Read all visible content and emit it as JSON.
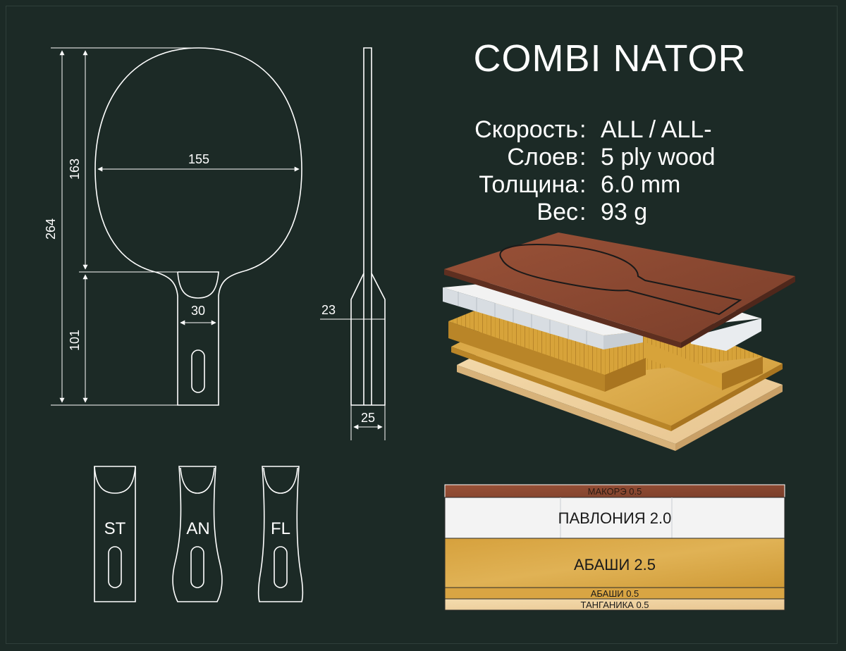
{
  "title": "COMBI NATOR",
  "specs": [
    {
      "label": "Скорость",
      "value": "ALL / ALL-"
    },
    {
      "label": "Слоев",
      "value": "5 ply wood"
    },
    {
      "label": "Толщина",
      "value": "6.0 mm"
    },
    {
      "label": "Вес",
      "value": "93 g"
    }
  ],
  "separator": ":",
  "dimensions": {
    "total_length": "264",
    "head_length": "163",
    "handle_length": "101",
    "head_width": "155",
    "handle_width": "30",
    "side_width_top": "23",
    "side_width_bottom": "25"
  },
  "handle_types": [
    "ST",
    "AN",
    "FL"
  ],
  "layers": [
    {
      "label": "МАКОРЭ 0.5",
      "color": "#8b4a33"
    },
    {
      "label": "ПАВЛОНИЯ 2.0",
      "color": "#f3f3f3"
    },
    {
      "label": "АБАШИ 2.5",
      "color": "#d7a33a"
    },
    {
      "label": "АБАШИ 0.5",
      "color": "#d9a543"
    },
    {
      "label": "ТАНГАНИКА 0.5",
      "color": "#f1d4a1"
    }
  ],
  "colors": {
    "background": "#1c2a26",
    "line": "#ffffff"
  }
}
